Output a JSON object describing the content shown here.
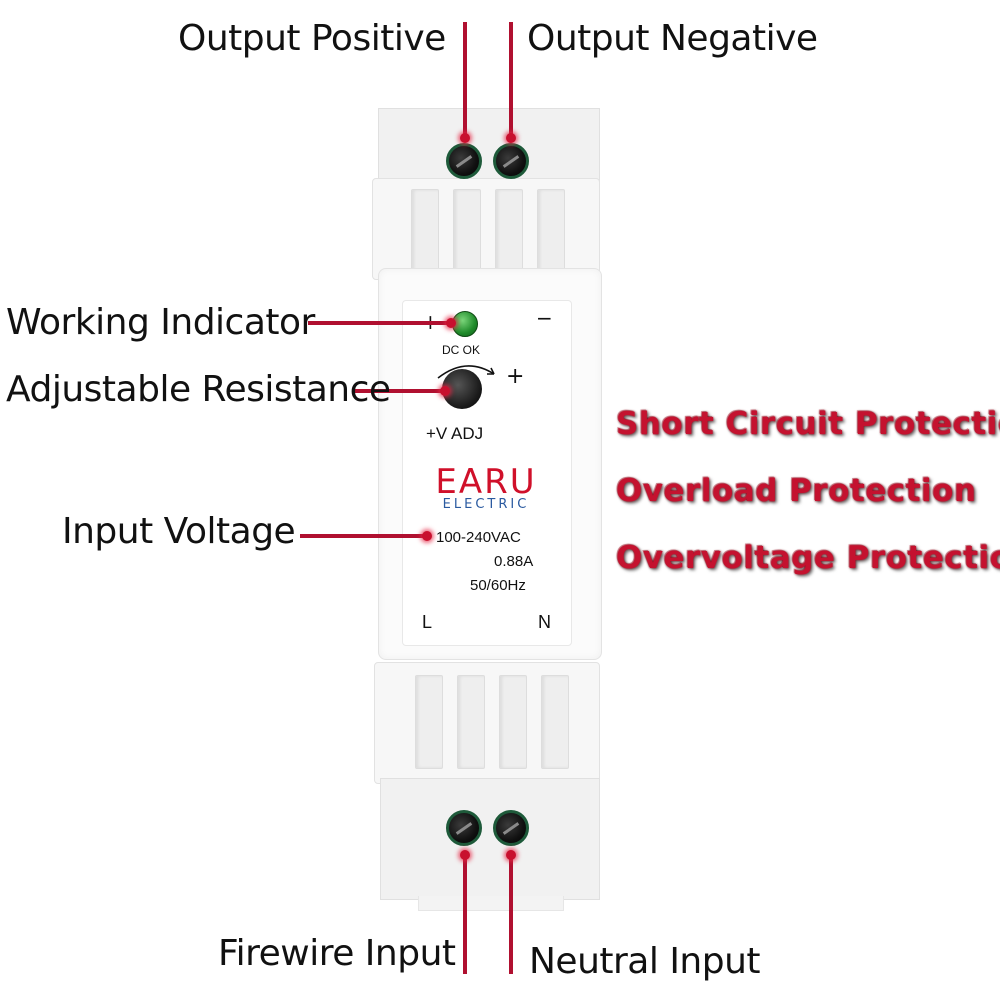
{
  "callouts": {
    "output_positive": "Output Positive",
    "output_negative": "Output Negative",
    "working_indicator": "Working Indicator",
    "adjustable_resistance": "Adjustable Resistance",
    "input_voltage": "Input Voltage",
    "firewire_input": "Firewire Input",
    "neutral_input": "Neutral Input"
  },
  "features": [
    "Short Circuit Protection",
    "Overload Protection",
    "Overvoltage Protection"
  ],
  "panel": {
    "plus": "+",
    "minus": "−",
    "dc_ok": "DC OK",
    "knob_plus": "+",
    "adj": "+V  ADJ",
    "brand": "EARU",
    "brand_sub": "ELECTRIC",
    "voltage": "100-240VAC",
    "current": "0.88A",
    "frequency": "50/60Hz",
    "terminal_l": "L",
    "terminal_n": "N"
  },
  "colors": {
    "accent_red": "#c4122f",
    "brand_red": "#d0102a",
    "brand_blue": "#2a5aa0",
    "led_green": "#1f8a2a"
  }
}
